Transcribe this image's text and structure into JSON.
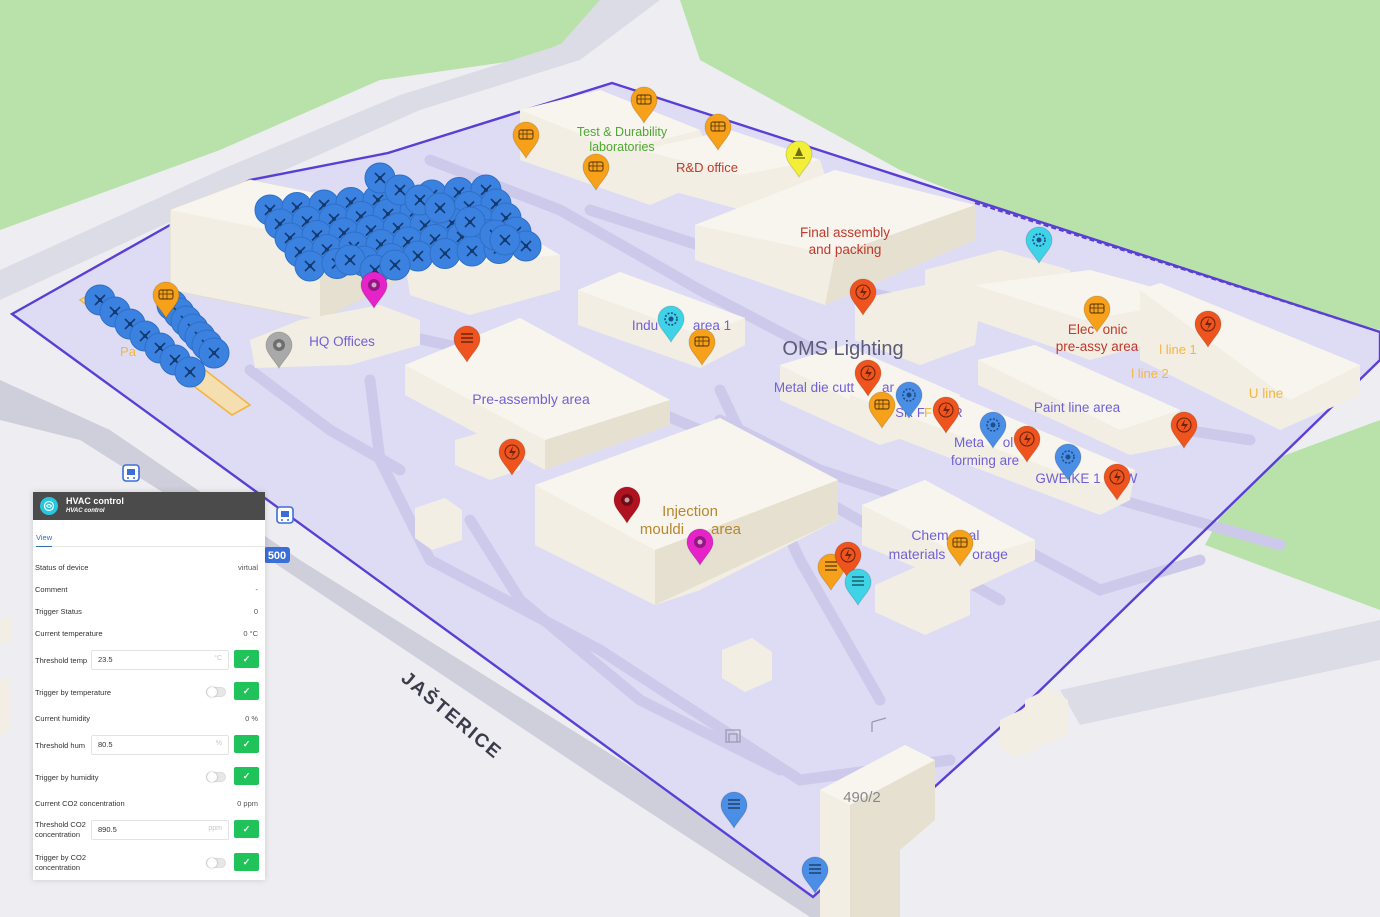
{
  "map": {
    "area_labels": [
      {
        "id": "test-durability",
        "lines": [
          "Test & Durability",
          "laboratories"
        ],
        "color": "#4fa832"
      },
      {
        "id": "rd-office",
        "lines": [
          "R&D office"
        ],
        "color": "#c0392b"
      },
      {
        "id": "final-assembly",
        "lines": [
          "Final assembly",
          "and packing"
        ],
        "color": "#c0392b"
      },
      {
        "id": "hq-offices",
        "lines": [
          "HQ Offices"
        ],
        "color": "#6a5acd"
      },
      {
        "id": "industrial-area",
        "lines": [
          "Indu",
          "area 1"
        ],
        "color": "#6a5acd"
      },
      {
        "id": "oms-lighting",
        "lines": [
          "OMS Lighting"
        ],
        "color": "#5b5b7a"
      },
      {
        "id": "electronic-assy",
        "lines": [
          "Elec",
          "onic",
          "pre-assy area"
        ],
        "color": "#c0392b"
      },
      {
        "id": "l-line-1",
        "lines": [
          "l line 1"
        ],
        "color": "#f4b63f"
      },
      {
        "id": "l-line-2",
        "lines": [
          "l line 2"
        ],
        "color": "#f4b63f"
      },
      {
        "id": "u-line",
        "lines": [
          "U line"
        ],
        "color": "#f4b63f"
      },
      {
        "id": "pre-assembly",
        "lines": [
          "Pre-assembly area"
        ],
        "color": "#6a5acd"
      },
      {
        "id": "metal-die",
        "lines": [
          "Metal die cutt",
          "ar"
        ],
        "color": "#6a5acd"
      },
      {
        "id": "paint-line",
        "lines": [
          "Paint line area"
        ],
        "color": "#6a5acd"
      },
      {
        "id": "metal-forming",
        "lines": [
          "Meta",
          "ol",
          "forming are"
        ],
        "color": "#6a5acd"
      },
      {
        "id": "gweike",
        "lines": [
          "GWEIKE 1",
          "W"
        ],
        "color": "#6a5acd"
      },
      {
        "id": "sr-fr",
        "lines": [
          "SR F",
          "R"
        ],
        "color": "#6a5acd"
      },
      {
        "id": "injection",
        "lines": [
          "Injection",
          "mouldi",
          "area"
        ],
        "color": "#b8862e"
      },
      {
        "id": "chemical-storage",
        "lines": [
          "Chem",
          "al",
          "materials",
          "orage"
        ],
        "color": "#6a5acd"
      },
      {
        "id": "parking",
        "lines": [
          "Pa"
        ],
        "color": "#f4b63f"
      },
      {
        "id": "parking-right",
        "lines": [
          "F"
        ],
        "color": "#f4b63f"
      }
    ],
    "street_name": "JAŠTERICE",
    "house_number": "490/2",
    "road_shield": "500"
  },
  "panel": {
    "title": "HVAC control",
    "subtitle": "HVAC control",
    "tab_view": "View",
    "status_label": "Status of device",
    "status_value": "virtual",
    "comment_label": "Comment",
    "comment_value": "-",
    "trigger_status_label": "Trigger Status",
    "trigger_status_value": "0",
    "current_temp_label": "Current temperature",
    "current_temp_value": "0 °C",
    "threshold_temp_label": "Threshold temp",
    "threshold_temp_value": "23.5",
    "threshold_temp_unit": "°C",
    "trigger_temp_label": "Trigger by temperature",
    "current_hum_label": "Current humidity",
    "current_hum_value": "0 %",
    "threshold_hum_label": "Threshold hum",
    "threshold_hum_value": "80.5",
    "threshold_hum_unit": "%",
    "trigger_hum_label": "Trigger by humidity",
    "current_co2_label": "Current CO2 concentration",
    "current_co2_value": "0 ppm",
    "threshold_co2_label": "Threshold CO2 concentration",
    "threshold_co2_value": "890.5",
    "threshold_co2_unit": "ppm",
    "trigger_co2_label": "Trigger by CO2 concentration",
    "confirm_glyph": "✓"
  },
  "colors": {
    "grass": "#b6e2a8",
    "site": "#dcdbf5",
    "boundary": "#5a3fd6",
    "road": "#c9c9d6",
    "building": "#f1ecdf",
    "pin_orange": "#f7a11a",
    "pin_red": "#f0541e",
    "pin_cyan": "#3fd3e8",
    "pin_blue": "#4b8ee6",
    "pin_magenta": "#e623c8",
    "pin_yellow": "#f3ee36",
    "pin_darkred": "#b0121f",
    "pin_grey": "#a9a9a9",
    "cluster_blue": "#3b82e0",
    "confirm_green": "#1fc35a"
  }
}
